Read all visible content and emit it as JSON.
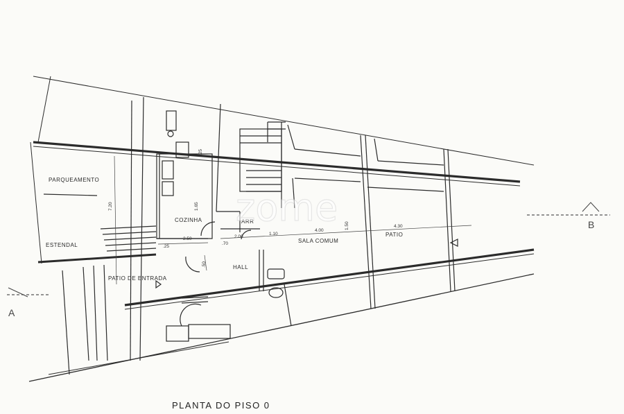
{
  "title": "PLANTA DO PISO 0",
  "watermark": "zome",
  "section_markers": {
    "left": "A",
    "right": "B"
  },
  "rooms": {
    "parqueamento": "PARQUEAMENTO",
    "estendal": "ESTENDAL",
    "cozinha": "COZINHA",
    "arr": "ARR",
    "sala_comum": "SALA COMUM",
    "patio": "PATIO",
    "patio_entrada": "PATIO DE ENTRADA",
    "hall": "HALL"
  },
  "dimensions": {
    "d_720": "7.20",
    "d_250": "2.50",
    "d_165": "1.65",
    "d_025a": ".25",
    "d_025b": ".25",
    "d_200": "2.00",
    "d_070": ".70",
    "d_110": "1.10",
    "d_400": "4.00",
    "d_430": "4.30",
    "d_150": "1.50",
    "d_050": ".50"
  },
  "colors": {
    "line": "#2b2b2b",
    "paper": "#fbfbf8"
  }
}
